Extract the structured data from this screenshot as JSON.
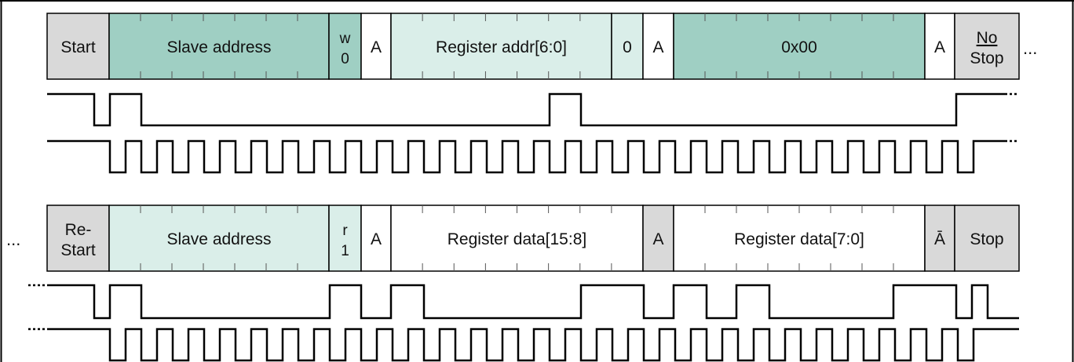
{
  "colors": {
    "gray": "#d9d9d9",
    "dark_teal": "#9fcfc3",
    "light_teal": "#daeee9",
    "white": "#ffffff",
    "line": "#000000"
  },
  "frames": [
    {
      "leading_ellipsis": "",
      "trailing_ellipsis": "...",
      "segments": [
        {
          "lines": [
            "Start"
          ],
          "fill": "gray"
        },
        {
          "lines": [
            "Slave address"
          ],
          "fill": "dark_teal",
          "ticks": 7
        },
        {
          "lines": [
            "w",
            "0"
          ],
          "fill": "dark_teal"
        },
        {
          "lines": [
            "A"
          ],
          "fill": "white"
        },
        {
          "lines": [
            "Register addr[6:0]"
          ],
          "fill": "light_teal",
          "ticks": 7
        },
        {
          "lines": [
            "0"
          ],
          "fill": "light_teal"
        },
        {
          "lines": [
            "A"
          ],
          "fill": "white"
        },
        {
          "lines": [
            "0x00"
          ],
          "fill": "dark_teal",
          "ticks": 8
        },
        {
          "lines": [
            "A"
          ],
          "fill": "white"
        },
        {
          "lines": [
            "No",
            "Stop"
          ],
          "fill": "gray",
          "underline_first": true
        }
      ]
    },
    {
      "leading_ellipsis": "...",
      "trailing_ellipsis": "",
      "segments": [
        {
          "lines": [
            "Re-",
            "Start"
          ],
          "fill": "gray"
        },
        {
          "lines": [
            "Slave address"
          ],
          "fill": "light_teal",
          "ticks": 7
        },
        {
          "lines": [
            "r",
            "1"
          ],
          "fill": "light_teal"
        },
        {
          "lines": [
            "A"
          ],
          "fill": "white"
        },
        {
          "lines": [
            "Register data[15:8]"
          ],
          "fill": "white",
          "ticks": 8
        },
        {
          "lines": [
            "A"
          ],
          "fill": "gray"
        },
        {
          "lines": [
            "Register data[7:0]"
          ],
          "fill": "white",
          "ticks": 8
        },
        {
          "lines": [
            "Ā"
          ],
          "fill": "gray"
        },
        {
          "lines": [
            "Stop"
          ],
          "fill": "gray"
        }
      ]
    }
  ]
}
